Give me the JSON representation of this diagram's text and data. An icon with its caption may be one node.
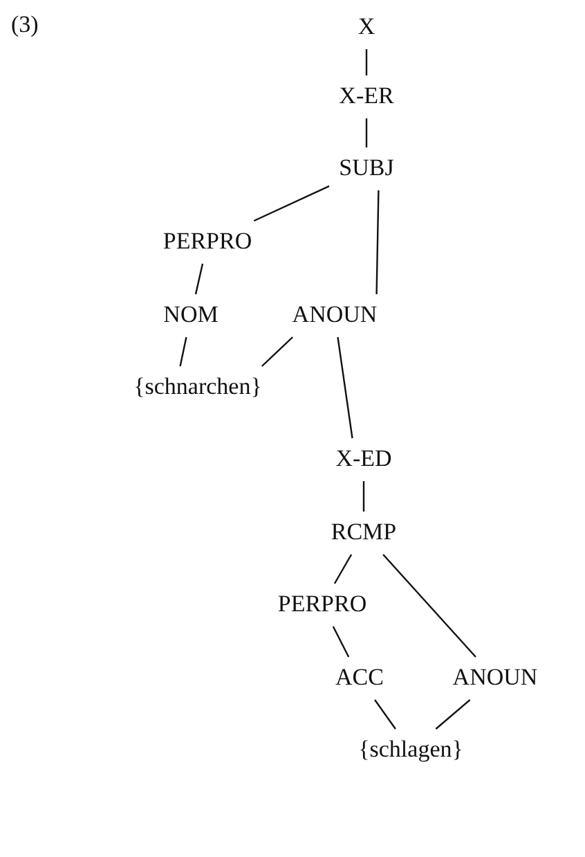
{
  "diagram": {
    "nodes": [
      {
        "text": [
          "X"
        ]
      },
      {
        "text": [
          "X-ER"
        ]
      },
      {
        "text": [
          "SUBJ"
        ]
      },
      {
        "text": [
          "PERPRO"
        ]
      },
      {
        "text": [
          "NOM"
        ]
      },
      {
        "text": [
          "ANOUN"
        ]
      },
      {
        "text": [
          "{schnarchen}"
        ]
      },
      {
        "text": [
          "X-ED"
        ]
      },
      {
        "text": [
          "RCMP"
        ]
      },
      {
        "text": [
          "PERPRO"
        ]
      },
      {
        "text": [
          "ACC"
        ]
      },
      {
        "text": [
          "ANOUN"
        ]
      },
      {
        "text": [
          "{schlagen}"
        ]
      }
    ],
    "edges": [
      {
        "from": 0,
        "to": 1,
        "arrow": "none"
      },
      {
        "from": 1,
        "to": 2,
        "arrow": "none"
      },
      {
        "from": 2,
        "to": 3,
        "arrow": "none"
      },
      {
        "from": 2,
        "to": 5,
        "arrow": "none"
      },
      {
        "from": 3,
        "to": 4,
        "arrow": "none"
      },
      {
        "from": 4,
        "to": 6,
        "arrow": "none"
      },
      {
        "from": 5,
        "to": 6,
        "arrow": "none"
      },
      {
        "from": 5,
        "to": 7,
        "arrow": "none"
      },
      {
        "from": 7,
        "to": 8,
        "arrow": "none"
      },
      {
        "from": 8,
        "to": 9,
        "arrow": "none"
      },
      {
        "from": 8,
        "to": 11,
        "arrow": "none"
      },
      {
        "from": 9,
        "to": 10,
        "arrow": "none"
      },
      {
        "from": 10,
        "to": 12,
        "arrow": "none"
      },
      {
        "from": 11,
        "to": 12,
        "arrow": "none"
      }
    ],
    "labels": [
      "(3)"
    ]
  }
}
